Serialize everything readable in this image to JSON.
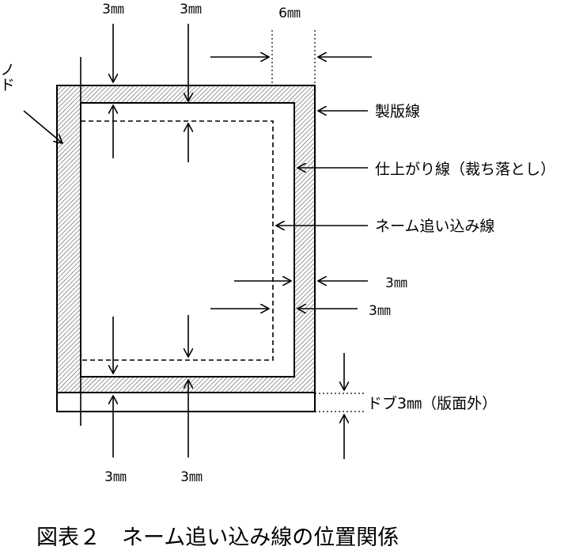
{
  "labels": {
    "plate_line": "製版線",
    "trim_line": "仕上がり線（裁ち落とし）",
    "name_line": "ネーム追い込み線",
    "bleed_outside": "ドブ3㎜（版面外）",
    "bleed_left_partial": "ノド",
    "mm3": "3㎜",
    "mm6": "6㎜"
  },
  "caption": "図表２　ネーム追い込み線の位置関係"
}
